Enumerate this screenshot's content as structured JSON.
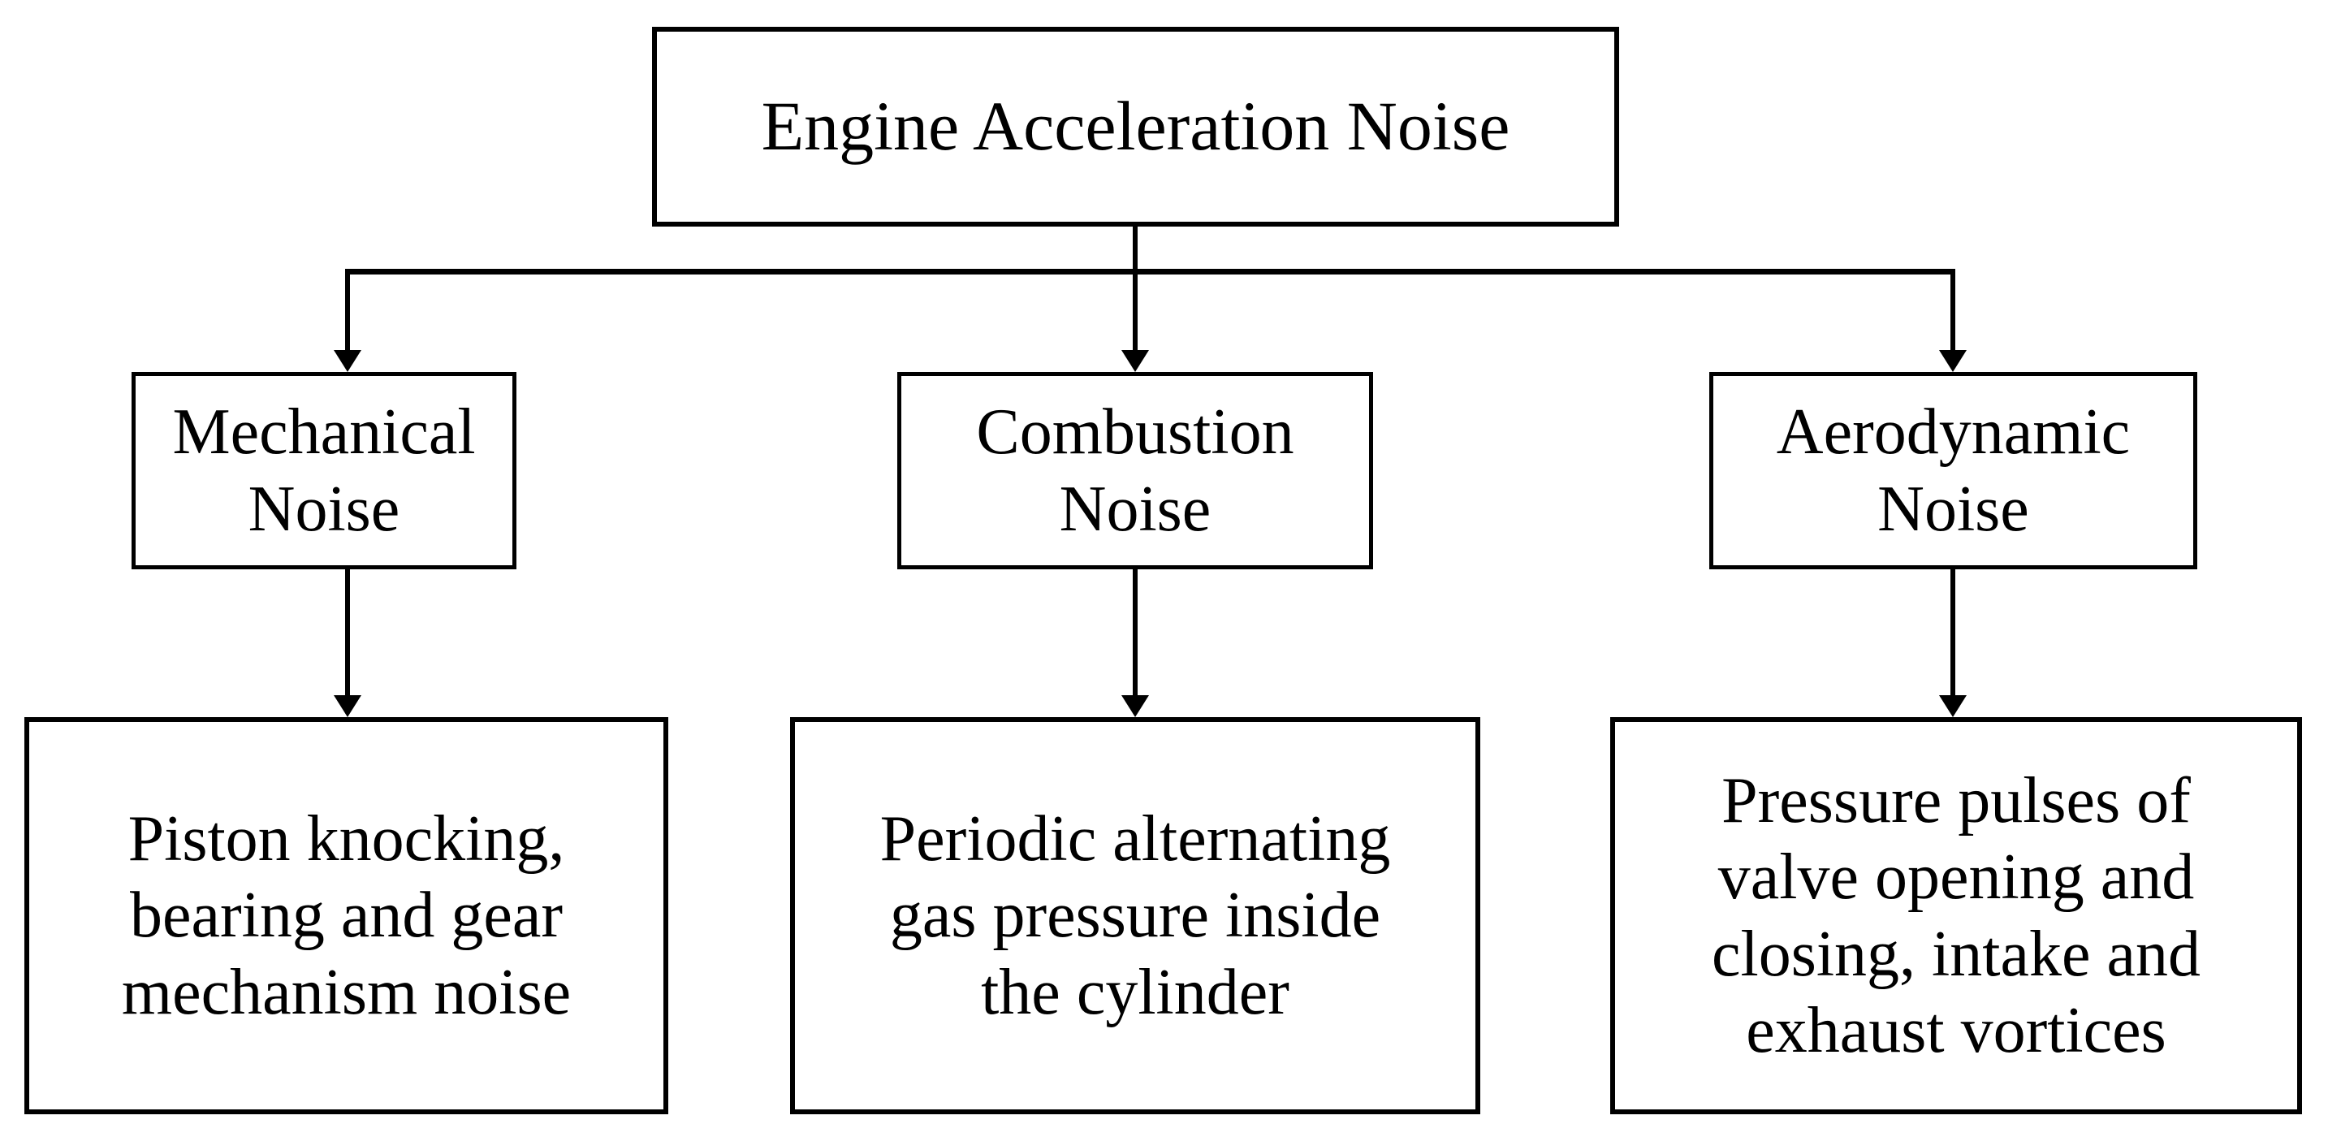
{
  "diagram": {
    "title": "Engine Acceleration Noise classification flowchart",
    "orientation": "top-down",
    "background_color": "#ffffff",
    "line_color": "#000000",
    "text_color": "#000000",
    "root": {
      "label": "Engine Acceleration Noise"
    },
    "categories": [
      {
        "label": "Mechanical\nNoise",
        "detail": "Piston knocking,\nbearing and gear\nmechanism noise"
      },
      {
        "label": "Combustion\nNoise",
        "detail": "Periodic alternating\ngas pressure inside\nthe cylinder"
      },
      {
        "label": "Aerodynamic\nNoise",
        "detail": "Pressure pulses of\nvalve opening and\nclosing, intake and\nexhaust vortices"
      }
    ]
  }
}
